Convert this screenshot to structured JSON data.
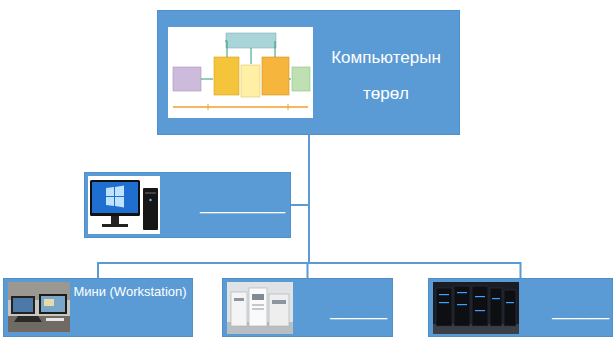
{
  "diagram": {
    "nodes": [
      {
        "text": [
          "Компьютерын төрөл"
        ]
      },
      {
        "text": [
          "_________"
        ]
      },
      {
        "text": [
          "Мини (Workstation)"
        ]
      },
      {
        "text": [
          "______"
        ]
      },
      {
        "text": [
          "______"
        ]
      }
    ],
    "edges": [
      {
        "from": 0,
        "to": 1,
        "arrow": "none"
      },
      {
        "from": 0,
        "to": 2,
        "arrow": "none"
      },
      {
        "from": 0,
        "to": 3,
        "arrow": "none"
      },
      {
        "from": 0,
        "to": 4,
        "arrow": "none"
      }
    ]
  }
}
